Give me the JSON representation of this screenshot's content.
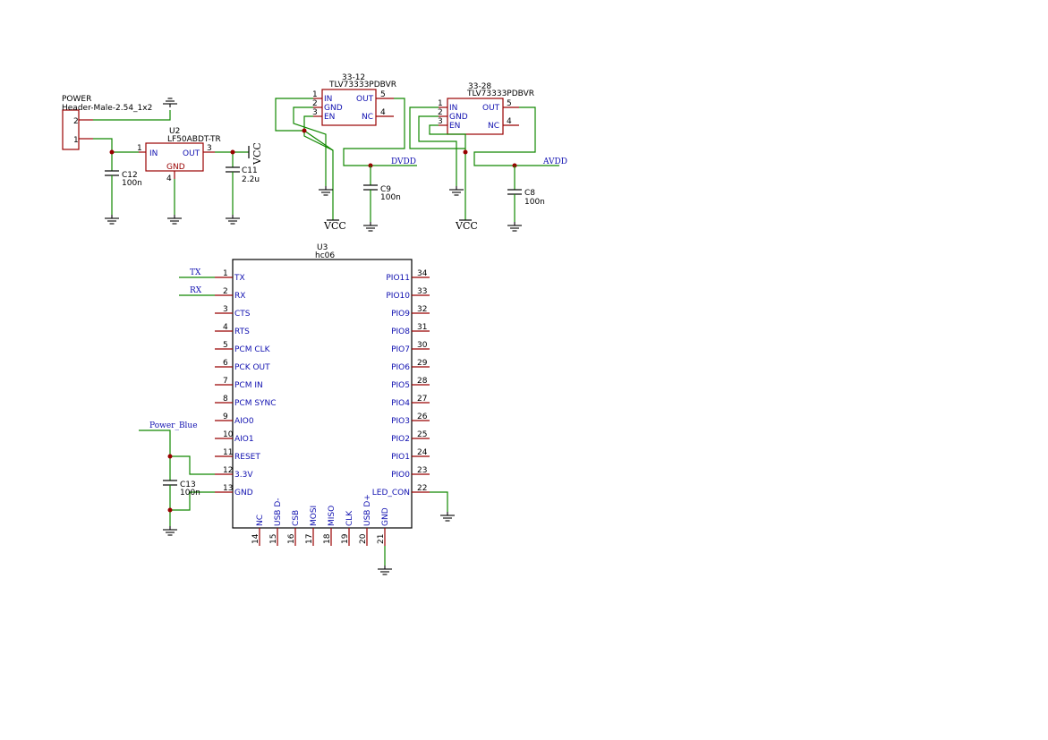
{
  "power_header": {
    "ref": "POWER",
    "value": "Header-Male-2.54_1x2",
    "pin2": "2",
    "pin1": "1"
  },
  "c12": {
    "ref": "C12",
    "value": "100n"
  },
  "u2": {
    "ref": "U2",
    "value": "LF50ABDT-TR",
    "in_name": "IN",
    "out_name": "OUT",
    "gnd_name": "GND",
    "pin_in": "1",
    "pin_out": "3",
    "pin_gnd": "4"
  },
  "c11": {
    "ref": "C11",
    "value": "2.2u"
  },
  "vcc_label": "VCC",
  "reg_a": {
    "ref": "33-12",
    "value": "TLV73333PDBVR",
    "in_name": "IN",
    "gnd_name": "GND",
    "en_name": "EN",
    "out_name": "OUT",
    "nc_name": "NC",
    "p1": "1",
    "p2": "2",
    "p3": "3",
    "p5": "5",
    "p4": "4"
  },
  "reg_b": {
    "ref": "33-28",
    "value": "TLV73333PDBVR",
    "in_name": "IN",
    "gnd_name": "GND",
    "en_name": "EN",
    "out_name": "OUT",
    "nc_name": "NC",
    "p1": "1",
    "p2": "2",
    "p3": "3",
    "p5": "5",
    "p4": "4"
  },
  "c9": {
    "ref": "C9",
    "value": "100n"
  },
  "c8": {
    "ref": "C8",
    "value": "100n"
  },
  "c13": {
    "ref": "C13",
    "value": "100n"
  },
  "nets": {
    "dvdd": "DVDD",
    "avdd": "AVDD",
    "tx": "TX",
    "rx": "RX",
    "power_blue": "Power_Blue"
  },
  "u3": {
    "ref": "U3",
    "value": "hc06",
    "left_pins": [
      {
        "num": "1",
        "name": "TX"
      },
      {
        "num": "2",
        "name": "RX"
      },
      {
        "num": "3",
        "name": "CTS"
      },
      {
        "num": "4",
        "name": "RTS"
      },
      {
        "num": "5",
        "name": "PCM CLK"
      },
      {
        "num": "6",
        "name": "PCK OUT"
      },
      {
        "num": "7",
        "name": "PCM IN"
      },
      {
        "num": "8",
        "name": "PCM SYNC"
      },
      {
        "num": "9",
        "name": "AIO0"
      },
      {
        "num": "10",
        "name": "AIO1"
      },
      {
        "num": "11",
        "name": "RESET"
      },
      {
        "num": "12",
        "name": "3.3V"
      },
      {
        "num": "13",
        "name": "GND"
      }
    ],
    "right_pins": [
      {
        "num": "34",
        "name": "PIO11"
      },
      {
        "num": "33",
        "name": "PIO10"
      },
      {
        "num": "32",
        "name": "PIO9"
      },
      {
        "num": "31",
        "name": "PIO8"
      },
      {
        "num": "30",
        "name": "PIO7"
      },
      {
        "num": "29",
        "name": "PIO6"
      },
      {
        "num": "28",
        "name": "PIO5"
      },
      {
        "num": "27",
        "name": "PIO4"
      },
      {
        "num": "26",
        "name": "PIO3"
      },
      {
        "num": "25",
        "name": "PIO2"
      },
      {
        "num": "24",
        "name": "PIO1"
      },
      {
        "num": "23",
        "name": "PIO0"
      },
      {
        "num": "22",
        "name": "LED_CON"
      }
    ],
    "bottom_pins": [
      {
        "num": "14",
        "name": "NC"
      },
      {
        "num": "15",
        "name": "USB D-"
      },
      {
        "num": "16",
        "name": "CSB"
      },
      {
        "num": "17",
        "name": "MOSI"
      },
      {
        "num": "18",
        "name": "MISO"
      },
      {
        "num": "19",
        "name": "CLK"
      },
      {
        "num": "20",
        "name": "USB D+"
      },
      {
        "num": "21",
        "name": "GND"
      }
    ]
  }
}
